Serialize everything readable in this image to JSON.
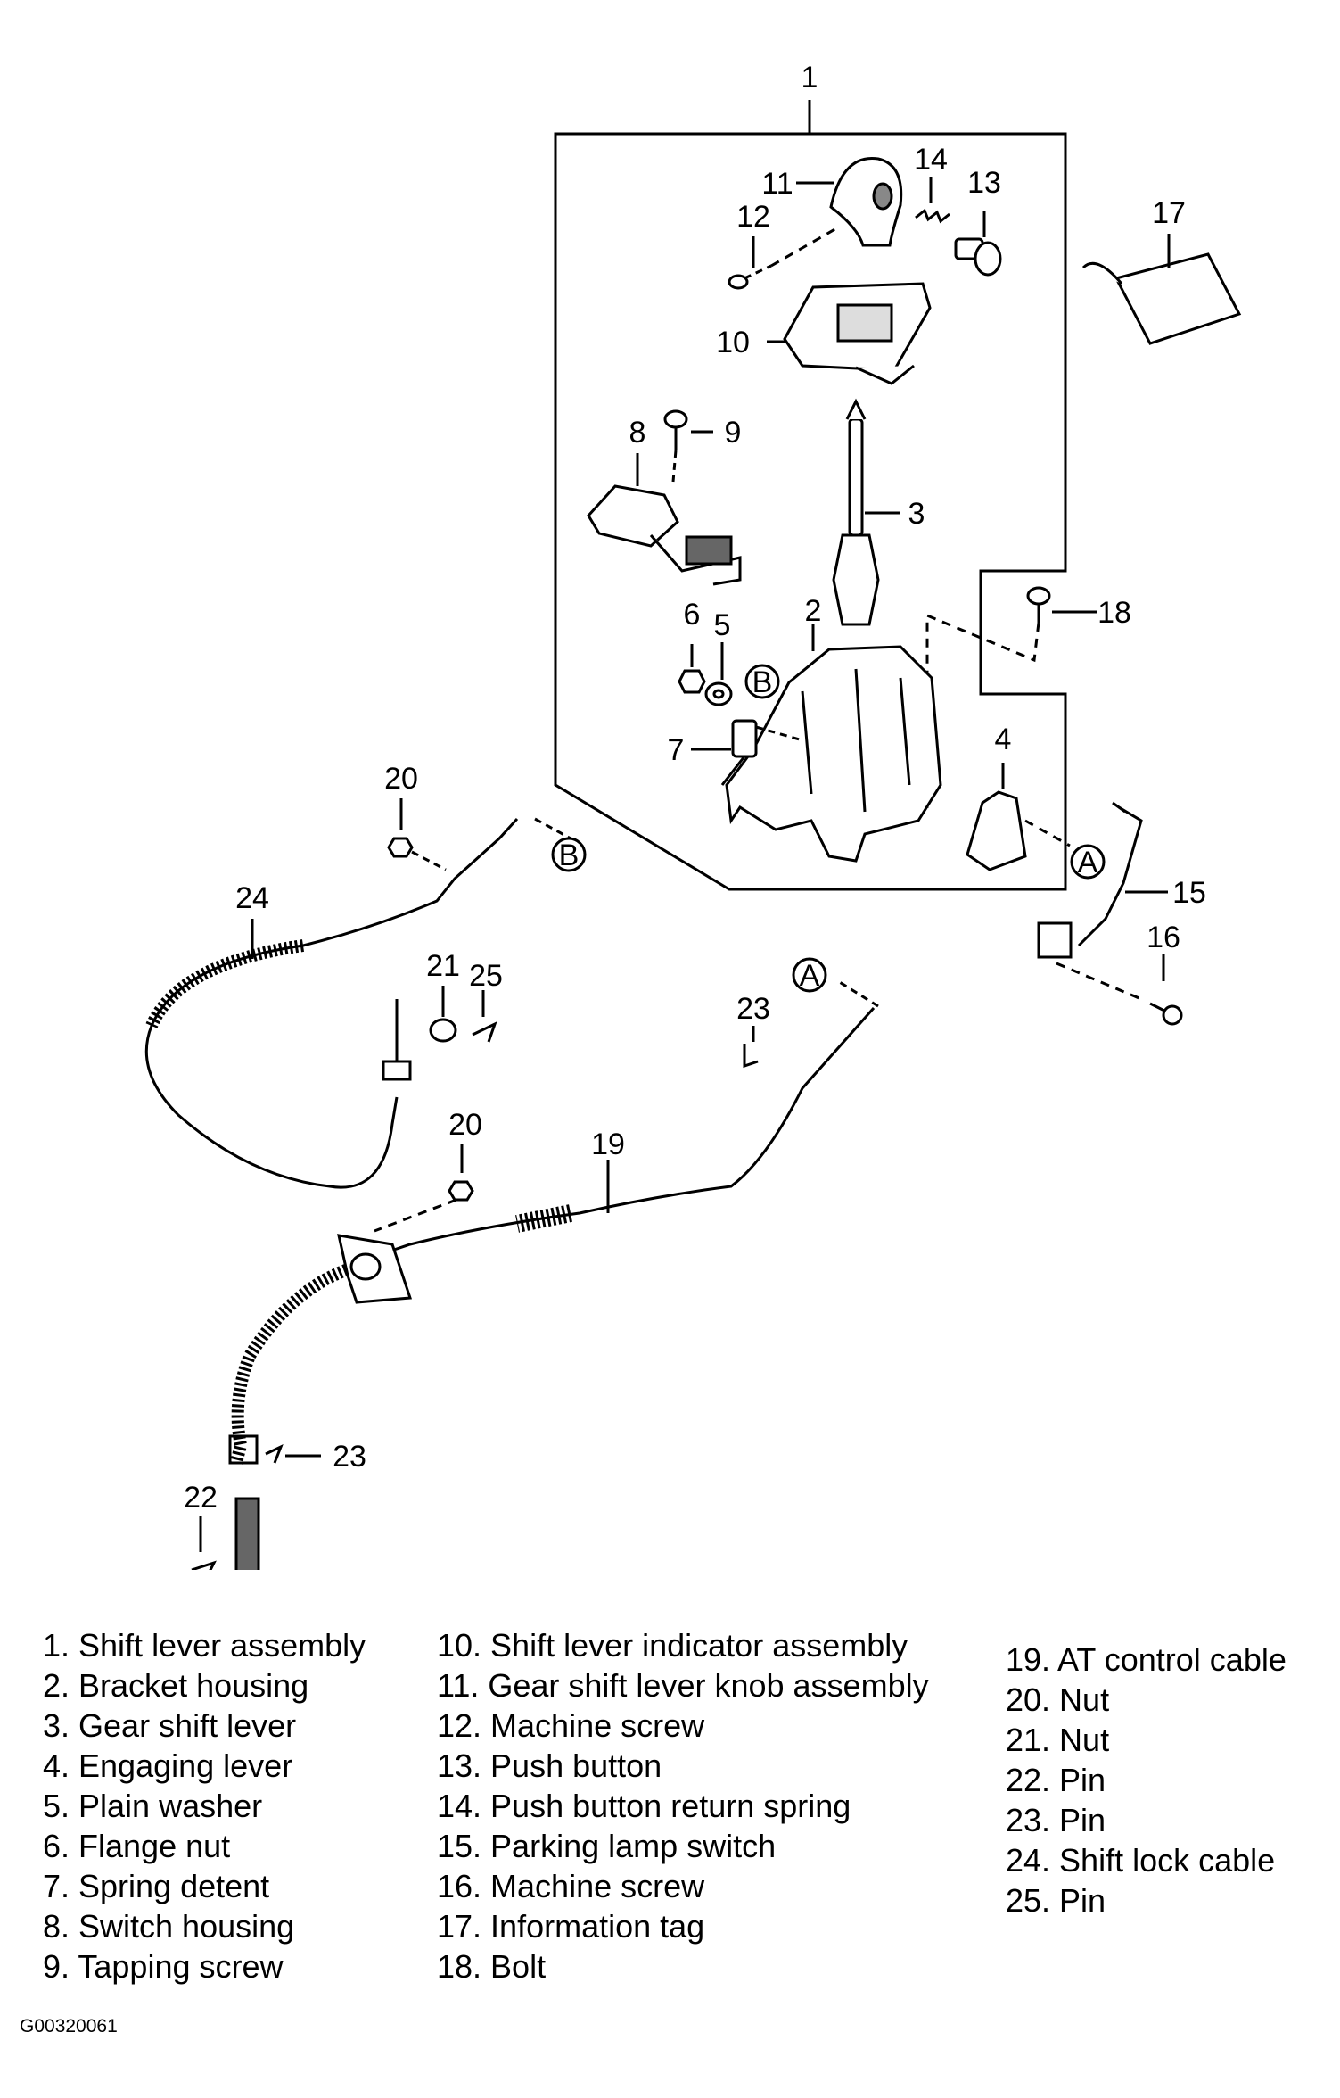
{
  "callouts": [
    {
      "id": "c1",
      "text": "1"
    },
    {
      "id": "c2",
      "text": "2"
    },
    {
      "id": "c3",
      "text": "3"
    },
    {
      "id": "c4",
      "text": "4"
    },
    {
      "id": "c5",
      "text": "5"
    },
    {
      "id": "c6",
      "text": "6"
    },
    {
      "id": "c7",
      "text": "7"
    },
    {
      "id": "c8",
      "text": "8"
    },
    {
      "id": "c9",
      "text": "9"
    },
    {
      "id": "c10",
      "text": "10"
    },
    {
      "id": "c11",
      "text": "11"
    },
    {
      "id": "c12",
      "text": "12"
    },
    {
      "id": "c13",
      "text": "13"
    },
    {
      "id": "c14",
      "text": "14"
    },
    {
      "id": "c15",
      "text": "15"
    },
    {
      "id": "c16",
      "text": "16"
    },
    {
      "id": "c17",
      "text": "17"
    },
    {
      "id": "c18",
      "text": "18"
    },
    {
      "id": "c19",
      "text": "19"
    },
    {
      "id": "c20a",
      "text": "20"
    },
    {
      "id": "c20b",
      "text": "20"
    },
    {
      "id": "c21",
      "text": "21"
    },
    {
      "id": "c22",
      "text": "22"
    },
    {
      "id": "c23a",
      "text": "23"
    },
    {
      "id": "c23b",
      "text": "23"
    },
    {
      "id": "c24",
      "text": "24"
    },
    {
      "id": "c25",
      "text": "25"
    }
  ],
  "connectors": {
    "a": "A",
    "b": "B"
  },
  "legend": {
    "col1": [
      "1. Shift lever assembly",
      "2. Bracket housing",
      "3. Gear shift lever",
      "4. Engaging lever",
      "5. Plain washer",
      "6. Flange nut",
      "7. Spring detent",
      "8. Switch housing",
      "9. Tapping screw"
    ],
    "col2": [
      "10. Shift lever indicator assembly",
      "11. Gear shift lever knob assembly",
      "12. Machine screw",
      "13. Push button",
      "14. Push button return spring",
      "15. Parking lamp switch",
      "16. Machine screw",
      "17. Information tag",
      "18. Bolt"
    ],
    "col3": [
      "19. AT control cable",
      "20. Nut",
      "21. Nut",
      "22. Pin",
      "23. Pin",
      "24. Shift lock cable",
      "25. Pin"
    ]
  },
  "figure_code": "G00320061"
}
